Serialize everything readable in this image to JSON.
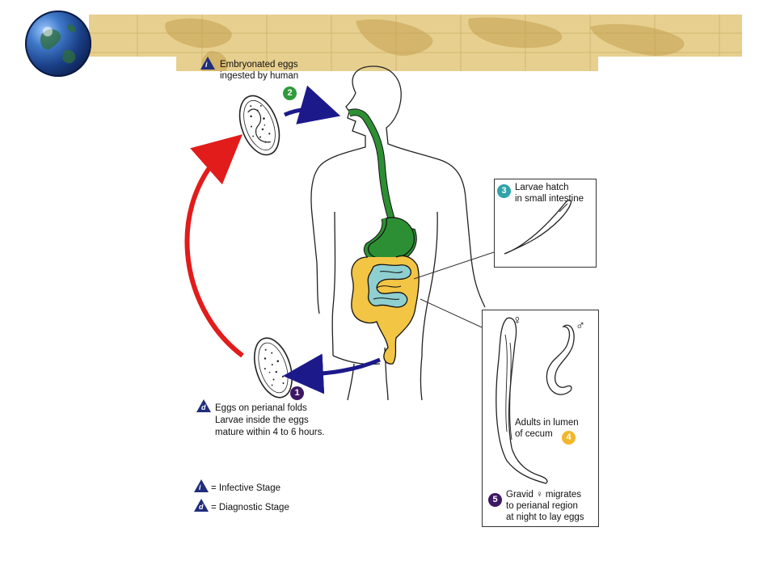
{
  "stages": {
    "ingested": "Embryonated eggs\ningested by human",
    "larvae_hatch": "Larvae hatch\nin small intestine",
    "adults": "Adults in lumen\nof cecum",
    "gravid": "Gravid ♀ migrates\nto perianal region\nat night to lay eggs",
    "perianal": "Eggs on perianal folds\nLarvae inside the eggs\nmature within 4 to 6 hours."
  },
  "badges": {
    "b1": "1",
    "b2": "2",
    "b3": "3",
    "b4": "4",
    "b5": "5"
  },
  "symbols": {
    "infective_letter": "i",
    "diagnostic_letter": "d",
    "female": "♀",
    "male": "♂"
  },
  "legend": {
    "infective": "= Infective Stage",
    "diagnostic": "= Diagnostic Stage"
  },
  "colors": {
    "badge_green": "#2f9a3a",
    "badge_teal": "#2fa3a8",
    "badge_yellow": "#f3b62b",
    "badge_purple": "#3d1864",
    "stage_triangle": "#1f2d7a",
    "arrow_blue": "#1c1a8a",
    "arrow_red": "#e21b1b",
    "gut_green": "#2d8f34",
    "gut_yellow": "#f3c544",
    "gut_teal": "#8fcfd0",
    "banner": "#e7cf8f"
  }
}
